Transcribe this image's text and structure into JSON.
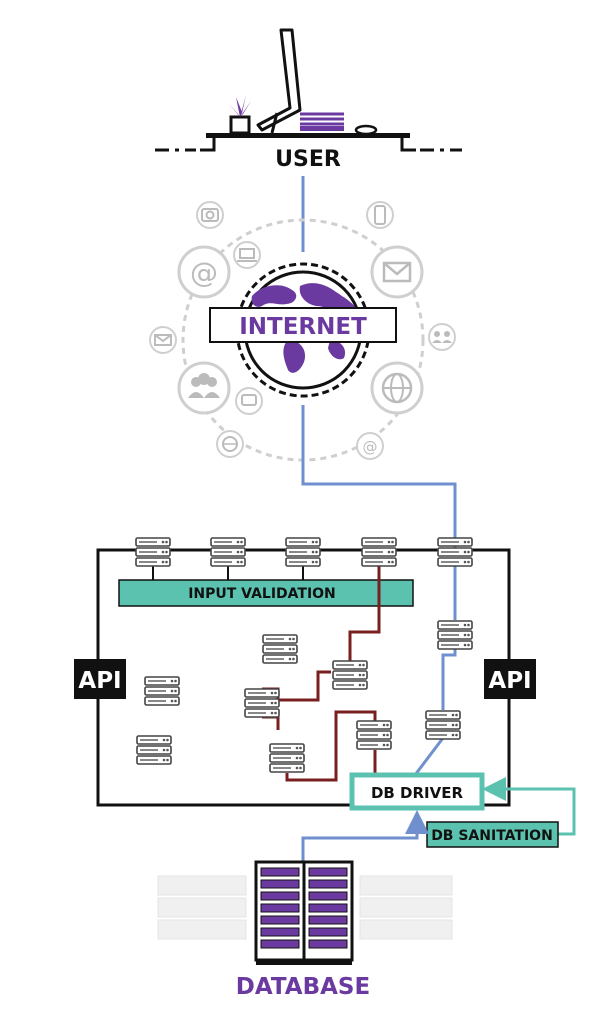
{
  "labels": {
    "user": "USER",
    "internet": "INTERNET",
    "api_left": "API",
    "api_right": "API",
    "input_validation": "INPUT VALIDATION",
    "db_driver": "DB DRIVER",
    "db_sanitation": "DB SANITATION",
    "database": "DATABASE"
  },
  "colors": {
    "purple": "#6b3aa0",
    "teal": "#5bc2b0",
    "blue_line": "#6f8fcf",
    "red_line": "#7a1f1f",
    "black": "#111111",
    "gray_icon": "#c8c8c8"
  },
  "icons": [
    "camera-icon",
    "laptop-icon",
    "phone-icon",
    "at-sign-icon",
    "mail-icon",
    "users-icon",
    "chat-icon",
    "globe-icon"
  ]
}
